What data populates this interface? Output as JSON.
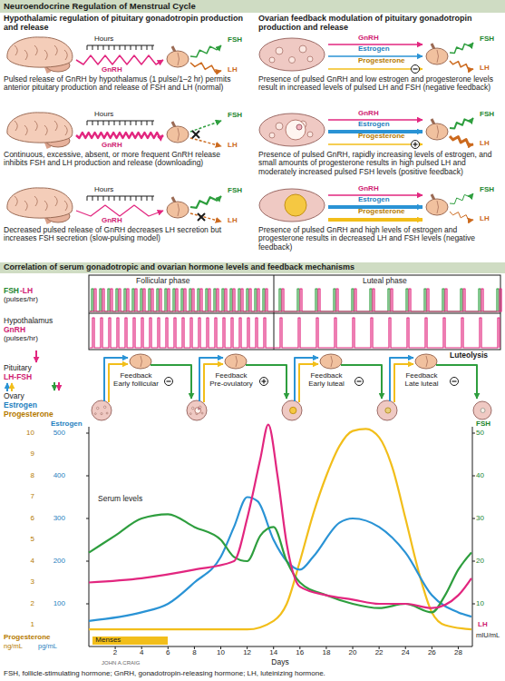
{
  "diagram": {
    "title": "Neuroendocrine Regulation of Menstrual Cycle",
    "caption": "FSH, follicle-stimulating hormone; GnRH, gonadotropin-releasing hormone; LH, luteinizing hormone.",
    "nodes": [
      {
        "text": [
          "Correlation of serum gonadotropic and ovarian hormone levels and feedback mechanisms"
        ]
      },
      {
        "text": [
          "Menses"
        ]
      }
    ],
    "labels": [
      "Hypothalamic regulation of pituitary gonadotropin production and release",
      "Ovarian feedback modulation of pituitary gonadotropin production and release",
      "Hours",
      "GnRH",
      "FSH",
      "LH",
      "Pulsed release of GnRH by hypothalamus (1 pulse/1–2 hr) permits anterior pituitary production and release of FSH and LH (normal)",
      "Hours",
      "GnRH",
      "FSH",
      "LH",
      "Continuous, excessive, absent, or more frequent GnRH release inhibits FSH and LH production and release (downloading)",
      "Hours",
      "GnRH",
      "FSH",
      "LH",
      "Decreased pulsed release of GnRH decreases LH secretion but increases FSH secretion (slow-pulsing model)",
      "GnRH",
      "Estrogen",
      "Progesterone",
      "FSH",
      "LH",
      "Presence of pulsed GnRH and low estrogen and progesterone levels result in increased levels of pulsed LH and FSH (negative feedback)",
      "GnRH",
      "Estrogen",
      "Progesterone",
      "FSH",
      "LH",
      "Presence of pulsed GnRH, rapidly increasing levels of estrogen, and small amounts of progesterone results in high pulsed LH and moderately increased pulsed FSH levels (positive feedback)",
      "GnRH",
      "Estrogen",
      "Progesterone",
      "FSH",
      "LH",
      "Presence of pulsed GnRH and high levels of estrogen and progesterone results in decreased LH and FSH levels (negative feedback)",
      "FSH",
      "-LH",
      "(pulses/hr)",
      "Hypothalamus",
      "GnRH",
      "(pulses/hr)",
      "Follicular phase",
      "Luteal phase",
      "Pituitary",
      "LH-FSH",
      "Ovary",
      "Estrogen",
      "Progesterone",
      "Feedback Early follicular",
      "Feedback Pre-ovulatory",
      "Feedback Early luteal",
      "Feedback Late luteal",
      "Luteolysis",
      "Estrogen",
      "10",
      "9",
      "8",
      "7",
      "6",
      "5",
      "4",
      "3",
      "2",
      "1",
      "500",
      "400",
      "300",
      "200",
      "100",
      "FSH",
      "50",
      "40",
      "30",
      "20",
      "10",
      "Serum levels",
      "Progesterone",
      "ng/mL",
      "pg/mL",
      "LH",
      "mIU/mL",
      "2",
      "4",
      "6",
      "8",
      "10",
      "12",
      "14",
      "16",
      "18",
      "20",
      "22",
      "24",
      "26",
      "28",
      "Days",
      "JOHN A.CRAIG"
    ]
  }
}
